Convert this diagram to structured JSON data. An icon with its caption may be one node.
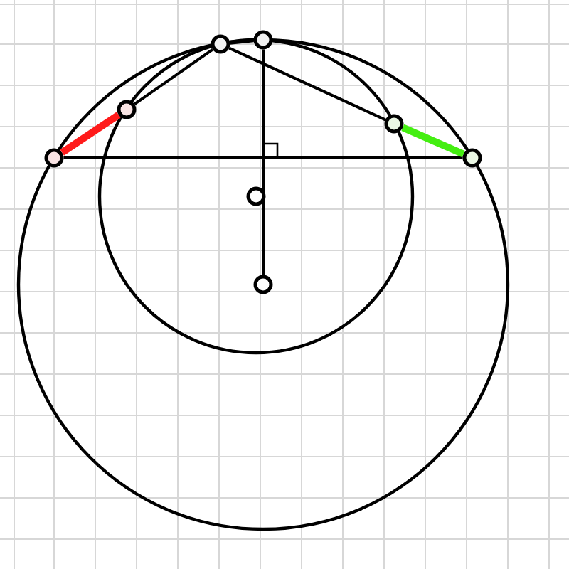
{
  "diagram": {
    "nodes": [
      {
        "text": [],
        "shape": "circle"
      },
      {
        "text": [],
        "shape": "circle"
      },
      {
        "text": [],
        "shape": "circle"
      },
      {
        "text": [],
        "shape": "circle"
      },
      {
        "text": [],
        "shape": "circle"
      },
      {
        "text": [],
        "shape": "circle"
      },
      {
        "text": [],
        "shape": "circle"
      },
      {
        "text": [],
        "shape": "circle"
      }
    ],
    "edges": [
      {
        "from": 0,
        "to": 7,
        "arrow": "none"
      },
      {
        "from": 0,
        "to": 1,
        "arrow": "none",
        "style": "thick",
        "color": "#ff1a1a"
      },
      {
        "from": 1,
        "to": 2,
        "arrow": "none"
      },
      {
        "from": 2,
        "to": 4,
        "arrow": "none"
      },
      {
        "from": 2,
        "to": 6,
        "arrow": "none"
      },
      {
        "from": 4,
        "to": 5,
        "arrow": "none"
      },
      {
        "from": 6,
        "to": 7,
        "arrow": "none",
        "style": "thick",
        "color": "#44ee11"
      }
    ]
  }
}
